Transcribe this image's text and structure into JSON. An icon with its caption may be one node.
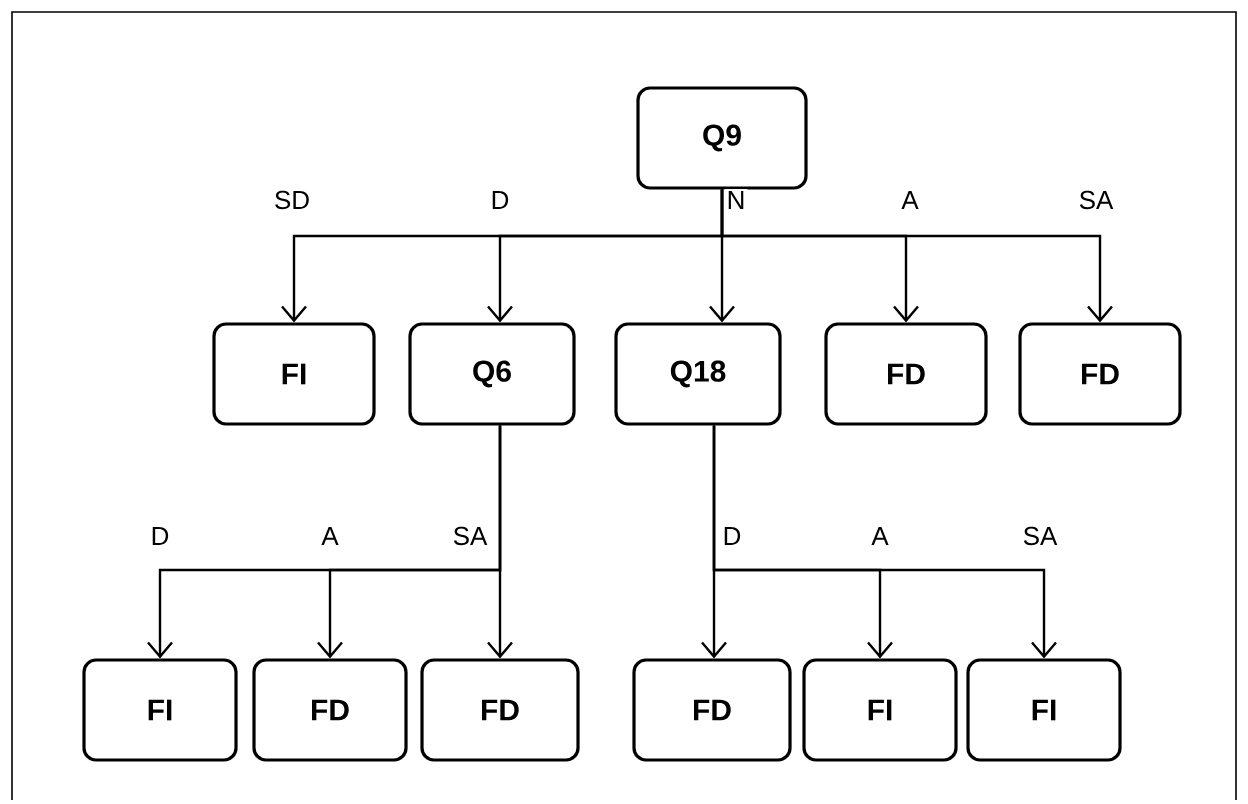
{
  "diagram": {
    "nodes": [
      {
        "text": [
          "Q9"
        ]
      },
      {
        "text": [
          "FI"
        ]
      },
      {
        "text": [
          "Q6"
        ]
      },
      {
        "text": [
          "Q18"
        ]
      },
      {
        "text": [
          "FD"
        ]
      },
      {
        "text": [
          "FD"
        ]
      },
      {
        "text": [
          "FI"
        ]
      },
      {
        "text": [
          "FD"
        ]
      },
      {
        "text": [
          "FD"
        ]
      },
      {
        "text": [
          "FD"
        ]
      },
      {
        "text": [
          "FI"
        ]
      },
      {
        "text": [
          "FI"
        ]
      }
    ],
    "edges": [
      {
        "from": 0,
        "to": 1,
        "arrow": "to",
        "label": "SD"
      },
      {
        "from": 0,
        "to": 2,
        "arrow": "to",
        "label": "D"
      },
      {
        "from": 0,
        "to": 3,
        "arrow": "to",
        "label": "N"
      },
      {
        "from": 0,
        "to": 4,
        "arrow": "to",
        "label": "A"
      },
      {
        "from": 0,
        "to": 5,
        "arrow": "to",
        "label": "SA"
      },
      {
        "from": 2,
        "to": 6,
        "arrow": "to",
        "label": "D"
      },
      {
        "from": 2,
        "to": 7,
        "arrow": "to",
        "label": "A"
      },
      {
        "from": 2,
        "to": 8,
        "arrow": "to",
        "label": "SA"
      },
      {
        "from": 3,
        "to": 9,
        "arrow": "to",
        "label": "D"
      },
      {
        "from": 3,
        "to": 10,
        "arrow": "to",
        "label": "A"
      },
      {
        "from": 3,
        "to": 11,
        "arrow": "to",
        "label": "SA"
      }
    ]
  }
}
